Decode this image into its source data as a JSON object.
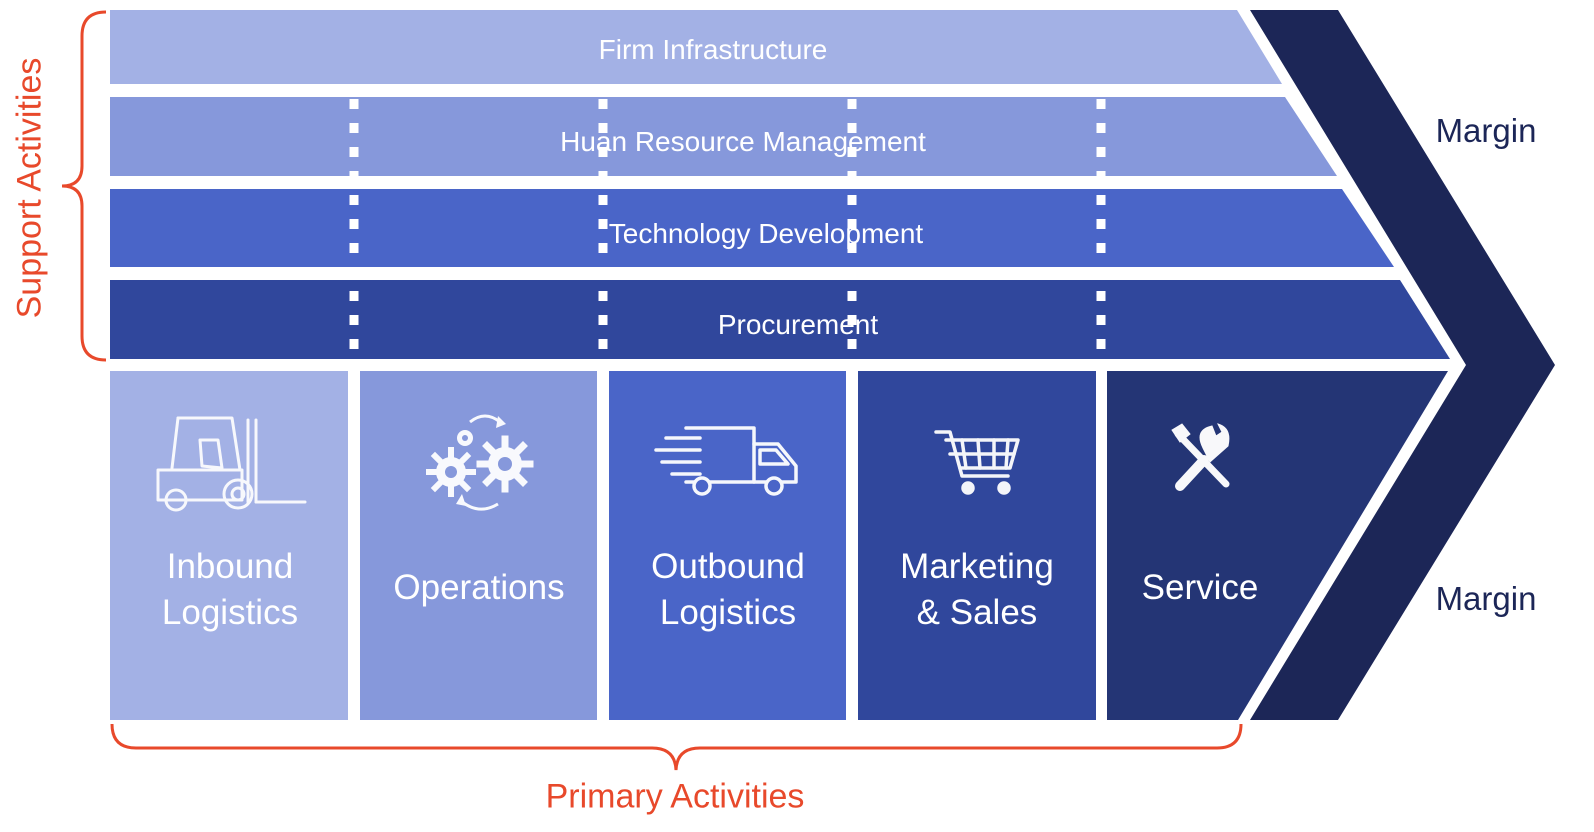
{
  "support_activities": {
    "label": "Support Activities",
    "items": [
      {
        "label": "Firm Infrastructure",
        "color": "#a3b1e5"
      },
      {
        "label": "Huan Resource Management",
        "color": "#8698db"
      },
      {
        "label": "Technology Development",
        "color": "#4a65c8"
      },
      {
        "label": "Procurement",
        "color": "#30479c"
      }
    ]
  },
  "primary_activities": {
    "label": "Primary Activities",
    "items": [
      {
        "line1": "Inbound",
        "line2": "Logistics",
        "icon": "forklift-icon",
        "color": "#a3b1e5"
      },
      {
        "line1": "Operations",
        "line2": "",
        "icon": "gears-icon",
        "color": "#8698db"
      },
      {
        "line1": "Outbound",
        "line2": "Logistics",
        "icon": "truck-icon",
        "color": "#4a65c8"
      },
      {
        "line1": "Marketing",
        "line2": "& Sales",
        "icon": "cart-icon",
        "color": "#30479c"
      },
      {
        "line1": "Service",
        "line2": "",
        "icon": "tools-icon",
        "color": "#243575"
      }
    ]
  },
  "margin": {
    "top_label": "Margin",
    "bottom_label": "Margin",
    "color": "#1c2657"
  },
  "accent_color": "#e8492b"
}
